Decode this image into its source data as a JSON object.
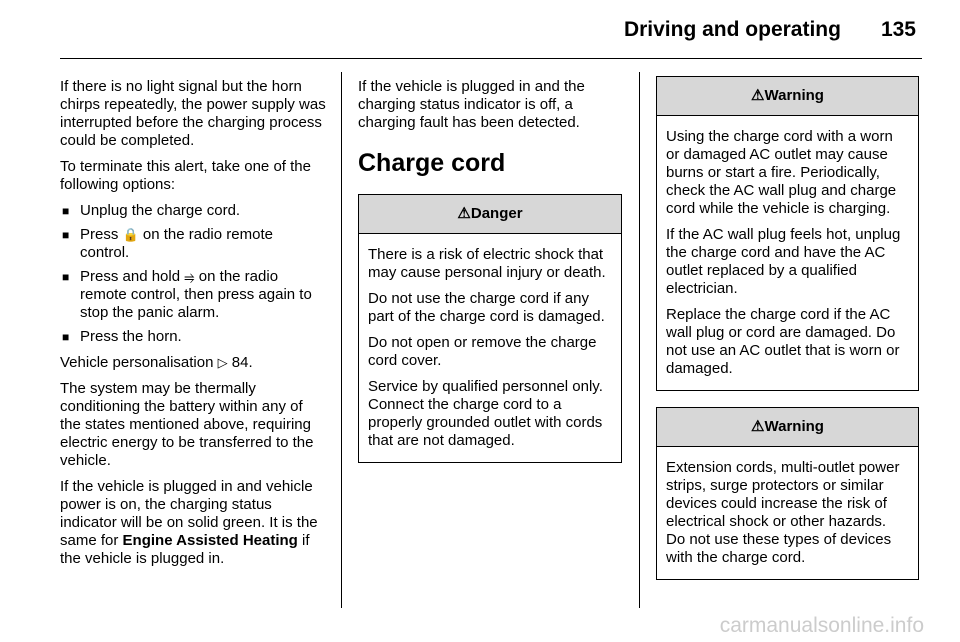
{
  "header": {
    "section": "Driving and operating",
    "page": "135"
  },
  "col1": {
    "p1": "If there is no light signal but the horn chirps repeatedly, the power supply was interrupted before the charging process could be completed.",
    "p2": "To terminate this alert, take one of the following options:",
    "options": [
      {
        "pre": "Unplug the charge cord.",
        "icon": "",
        "post": ""
      },
      {
        "pre": "Press ",
        "icon": "🔒",
        "post": " on the radio remote control."
      },
      {
        "pre": "Press and hold ",
        "icon": "⥤",
        "post": " on the radio remote control, then press again to stop the panic alarm."
      },
      {
        "pre": "Press the horn.",
        "icon": "",
        "post": ""
      }
    ],
    "p3_text": "Vehicle personalisation ",
    "p3_ref_icon": "▷",
    "p3_page": " 84.",
    "p4": "The system may be thermally conditioning the battery within any of the states mentioned above, requiring electric energy to be transferred to the vehicle.",
    "p5_pre": "If the vehicle is plugged in and vehicle power is on, the charging status indicator will be on solid green. It is the same for ",
    "p5_bold": "Engine Assisted Heating",
    "p5_post": " if the vehicle is plugged in."
  },
  "col2": {
    "p1": "If the vehicle is plugged in and the charging status indicator is off, a charging fault has been detected.",
    "heading": "Charge cord",
    "danger": {
      "symbol": "⚠",
      "title": "Danger",
      "paras": [
        "There is a risk of electric shock that may cause personal injury or death.",
        "Do not use the charge cord if any part of the charge cord is damaged.",
        "Do not open or remove the charge cord cover.",
        "Service by qualified personnel only. Connect the charge cord to a properly grounded outlet with cords that are not damaged."
      ]
    }
  },
  "col3": {
    "warning1": {
      "symbol": "⚠",
      "title": "Warning",
      "paras": [
        "Using the charge cord with a worn or damaged AC outlet may cause burns or start a fire. Periodically, check the AC wall plug and charge cord while the vehicle is charging.",
        "If the AC wall plug feels hot, unplug the charge cord and have the AC outlet replaced by a qualified electrician.",
        "Replace the charge cord if the AC wall plug or cord are damaged. Do not use an AC outlet that is worn or damaged."
      ]
    },
    "warning2": {
      "symbol": "⚠",
      "title": "Warning",
      "paras": [
        "Extension cords, multi-outlet power strips, surge protectors or similar devices could increase the risk of electrical shock or other hazards. Do not use these types of devices with the charge cord."
      ]
    }
  },
  "footer": {
    "watermark": "carmanualsonline.info"
  },
  "bullet_char": "■"
}
